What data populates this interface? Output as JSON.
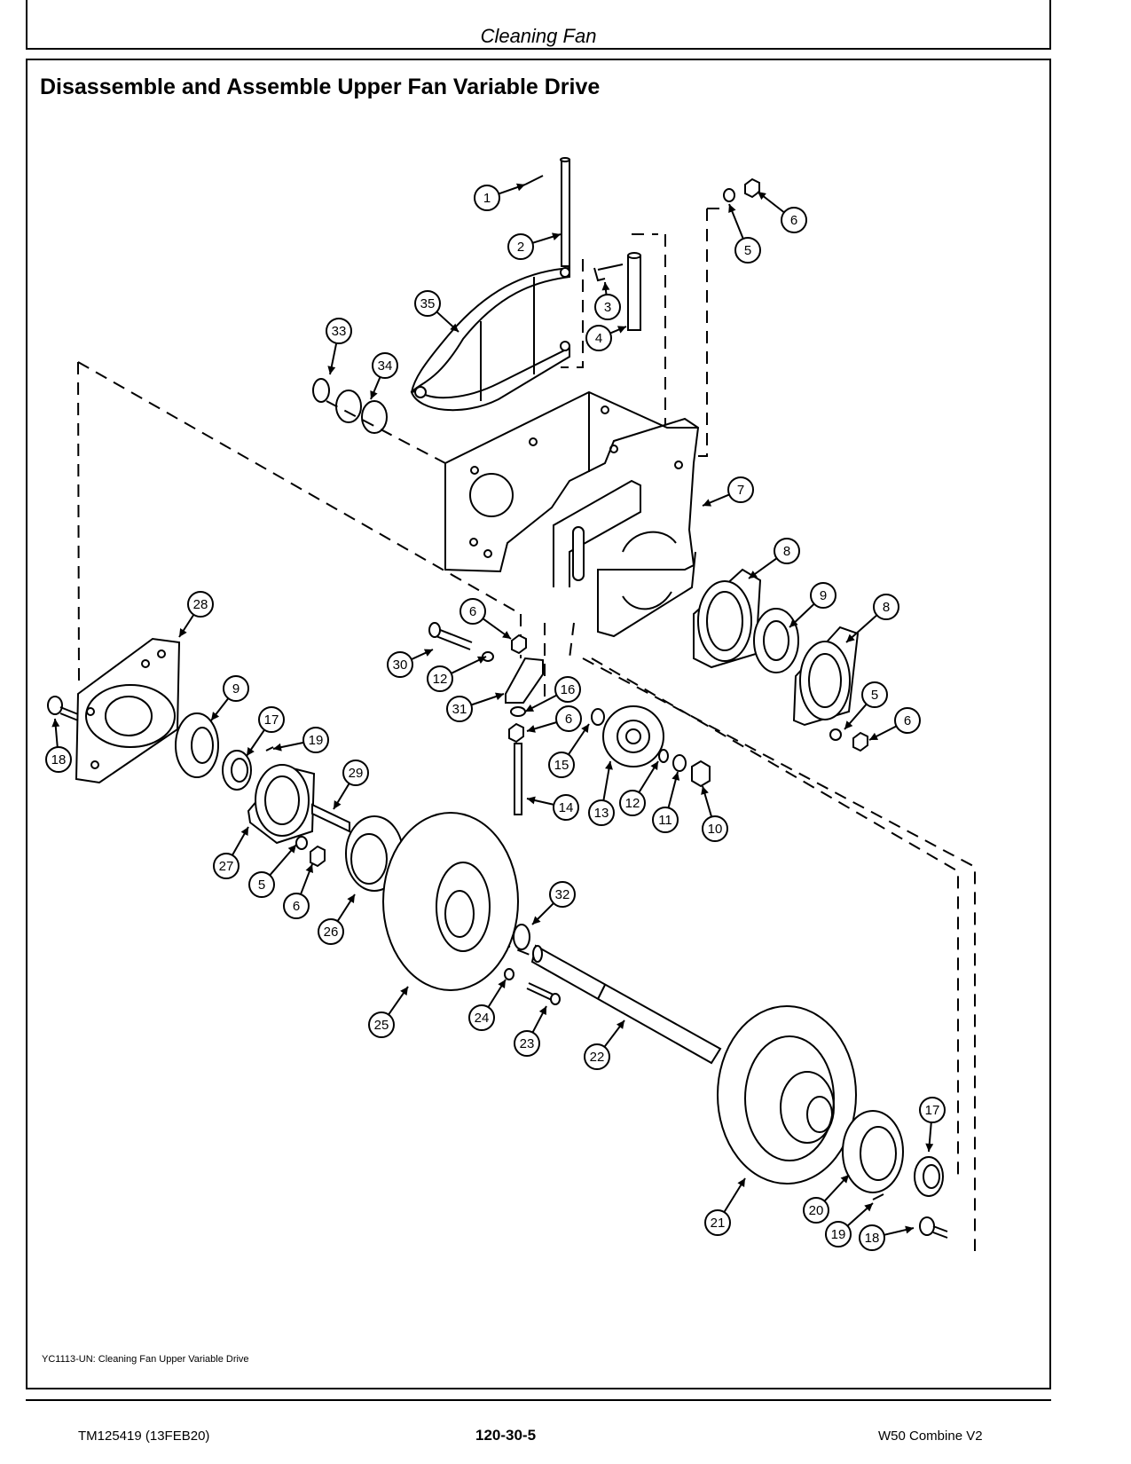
{
  "header": {
    "section_title": "Cleaning Fan"
  },
  "page_title": "Disassemble and Assemble Upper Fan Variable Drive",
  "figure": {
    "caption": "YC1113-UN: Cleaning Fan Upper Variable Drive",
    "callouts": [
      "1",
      "2",
      "3",
      "4",
      "5",
      "6",
      "7",
      "8",
      "9",
      "8",
      "5",
      "6",
      "33",
      "34",
      "35",
      "28",
      "9",
      "17",
      "19",
      "18",
      "29",
      "27",
      "5",
      "6",
      "26",
      "30",
      "12",
      "31",
      "6",
      "16",
      "6",
      "15",
      "14",
      "13",
      "12",
      "11",
      "10",
      "32",
      "25",
      "24",
      "23",
      "22",
      "21",
      "20",
      "17",
      "19",
      "18"
    ]
  },
  "footer": {
    "left": "TM125419 (13FEB20)",
    "center": "120-30-5",
    "right": "W50 Combine V2"
  }
}
